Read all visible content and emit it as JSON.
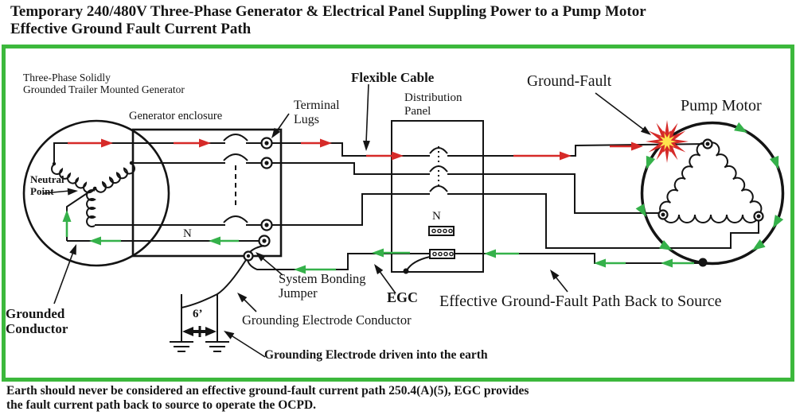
{
  "title": {
    "line1": "Temporary 240/480V Three-Phase Generator & Electrical Panel Suppling Power to a Pump Motor",
    "line2": "Effective Ground Fault Current Path"
  },
  "footer": {
    "line1": "Earth should never be considered an effective ground-fault current path 250.4(A)(5), EGC provides",
    "line2": "the fault current path back to source to operate the OCPD."
  },
  "labels": {
    "generator_type": {
      "line1": "Three-Phase Solidly",
      "line2": "Grounded Trailer Mounted Generator"
    },
    "generator_enclosure": "Generator enclosure",
    "terminal_lugs": {
      "line1": "Terminal",
      "line2": "Lugs"
    },
    "flexible_cable": "Flexible Cable",
    "distribution_panel": {
      "line1": "Distribution",
      "line2": "Panel"
    },
    "ground_fault": "Ground-Fault",
    "pump_motor": "Pump Motor",
    "neutral_point": {
      "line1": "Neutral",
      "line2": "Point"
    },
    "neutral_generator": "N",
    "neutral_panel": "N",
    "system_bonding_jumper": {
      "line1": "System Bonding",
      "line2": "Jumper"
    },
    "egc": "EGC",
    "effective_path": "Effective Ground-Fault Path Back to Source",
    "grounding_electrode_conductor": "Grounding Electrode Conductor",
    "grounding_electrode": "Grounding Electrode driven into the earth",
    "rod_spacing": "6’",
    "grounded_conductor": {
      "line1": "Grounded",
      "line2": "Conductor"
    }
  },
  "colors": {
    "diagram_border_green": "#3cb83c",
    "current_red": "#d62a28",
    "fault_green": "#35b14a",
    "fault_yellow": "#ffe34d",
    "ink": "#151515"
  }
}
